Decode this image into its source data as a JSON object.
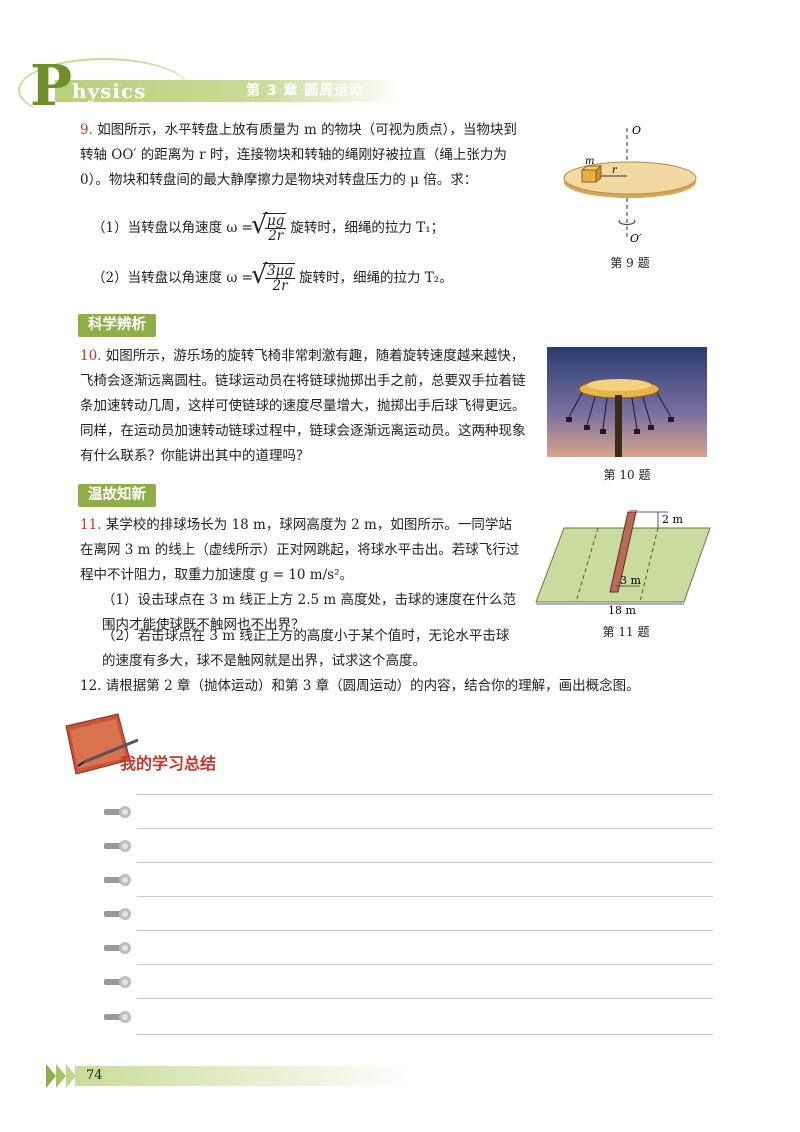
{
  "header": {
    "brand_initial": "P",
    "brand_rest": "hysics",
    "chapter": "第 3 章   圆周运动"
  },
  "q9": {
    "num": "9.",
    "text": "如图所示，水平转盘上放有质量为 m 的物块（可视为质点），当物块到转轴 OO′ 的距离为 r 时，连接物块和转轴的绳刚好被拉直（绳上张力为 0）。物块和转盘间的最大静摩擦力是物块对转盘压力的 μ 倍。求：",
    "p1_prefix": "（1）当转盘以角速度 ω =",
    "p1_num": "μg",
    "p1_den": "2r",
    "p1_suffix": "旋转时，细绳的拉力 T₁；",
    "p2_prefix": "（2）当转盘以角速度 ω =",
    "p2_num": "3μg",
    "p2_den": "2r",
    "p2_suffix": "旋转时，细绳的拉力 T₂。",
    "fig_labels": {
      "o": "O",
      "o2": "O′",
      "m": "m",
      "r": "r"
    },
    "caption": "第 9 题"
  },
  "section1": "科学辨析",
  "q10": {
    "num": "10.",
    "text": "如图所示，游乐场的旋转飞椅非常刺激有趣，随着旋转速度越来越快，飞椅会逐渐远离圆柱。链球运动员在将链球抛掷出手之前，总要双手拉着链条加速转动几周，这样可使链球的速度尽量增大，抛掷出手后球飞得更远。同样，在运动员加速转动链球过程中，链球会逐渐远离运动员。这两种现象有什么联系？你能讲出其中的道理吗？",
    "caption": "第 10 题"
  },
  "section2": "温故知新",
  "q11": {
    "num": "11.",
    "text": "某学校的排球场长为 18 m，球网高度为 2 m，如图所示。一同学站在离网 3 m 的线上（虚线所示）正对网跳起，将球水平击出。若球飞行过程中不计阻力，取重力加速度 g = 10 m/s²。",
    "p1": "（1）设击球点在 3 m 线正上方 2.5 m 高度处，击球的速度在什么范围内才能使球既不触网也不出界？",
    "p2": "（2）若击球点在 3 m 线正上方的高度小于某个值时，无论水平击球的速度有多大，球不是触网就是出界，试求这个高度。",
    "fig_labels": {
      "net_h": "2 m",
      "dist": "3 m",
      "len": "18 m"
    },
    "caption": "第 11 题"
  },
  "q12": {
    "num": "12.",
    "text": "请根据第 2 章（抛体运动）和第 3 章（圆周运动）的内容，结合你的理解，画出概念图。"
  },
  "summary": {
    "title": "我的学习总结"
  },
  "footer": {
    "page": "74"
  }
}
